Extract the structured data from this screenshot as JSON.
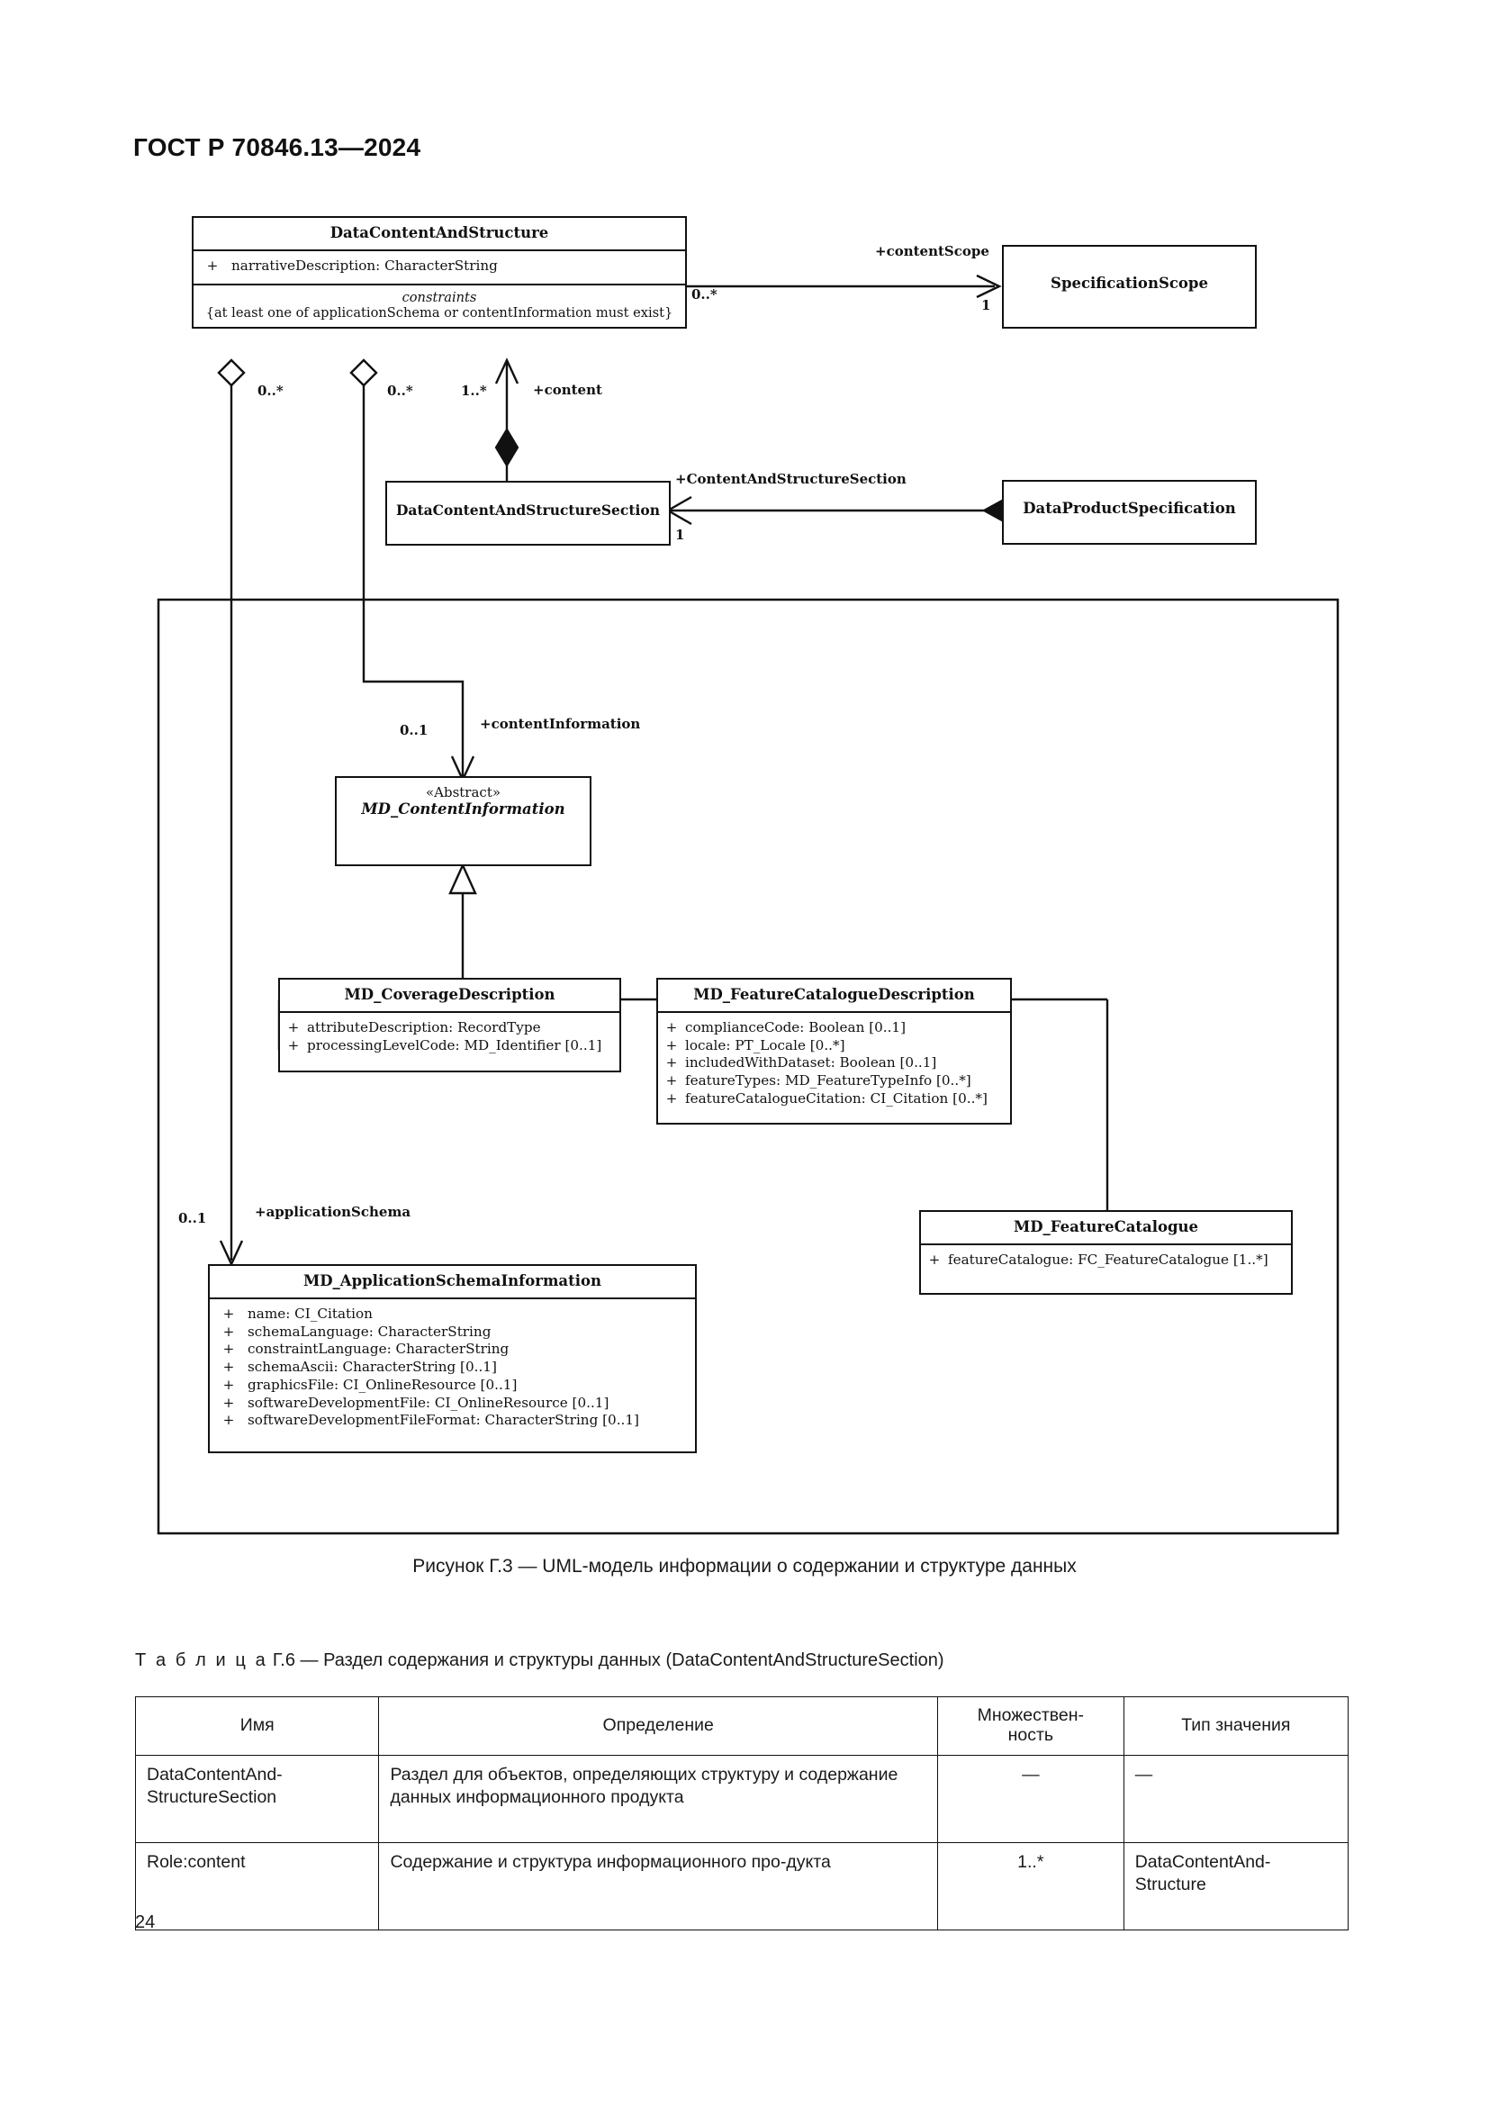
{
  "document": {
    "header": "ГОСТ Р 70846.13—2024",
    "page_number": "24"
  },
  "figure": {
    "caption": "Рисунок Г.3 — UML-модель информации о содержании и структуре данных",
    "classes": {
      "data_content_and_structure": {
        "name": "DataContentAndStructure",
        "attributes": [
          {
            "visibility": "+",
            "text": "narrativeDescription: CharacterString"
          }
        ],
        "constraints_label": "constraints",
        "constraints_text": "{at least one of applicationSchema or contentInformation must exist}"
      },
      "specification_scope": {
        "name": "SpecificationScope"
      },
      "data_content_and_structure_section": {
        "name": "DataContentAndStructureSection"
      },
      "data_product_specification": {
        "name": "DataProductSpecification"
      },
      "md_content_information": {
        "stereotype": "«Abstract»",
        "name": "MD_ContentInformation"
      },
      "md_coverage_description": {
        "name": "MD_CoverageDescription",
        "attributes": [
          {
            "visibility": "+",
            "text": "attributeDescription: RecordType"
          },
          {
            "visibility": "+",
            "text": "processingLevelCode: MD_Identifier [0..1]"
          }
        ]
      },
      "md_feature_catalogue_description": {
        "name": "MD_FeatureCatalogueDescription",
        "attributes": [
          {
            "visibility": "+",
            "text": "complianceCode: Boolean [0..1]"
          },
          {
            "visibility": "+",
            "text": "locale: PT_Locale [0..*]"
          },
          {
            "visibility": "+",
            "text": "includedWithDataset: Boolean [0..1]"
          },
          {
            "visibility": "+",
            "text": "featureTypes: MD_FeatureTypeInfo [0..*]"
          },
          {
            "visibility": "+",
            "text": "featureCatalogueCitation: CI_Citation [0..*]"
          }
        ]
      },
      "md_feature_catalogue": {
        "name": "MD_FeatureCatalogue",
        "attributes": [
          {
            "visibility": "+",
            "text": "featureCatalogue: FC_FeatureCatalogue [1..*]"
          }
        ]
      },
      "md_application_schema_information": {
        "name": "MD_ApplicationSchemaInformation",
        "attributes": [
          {
            "visibility": "+",
            "text": "name: CI_Citation"
          },
          {
            "visibility": "+",
            "text": "schemaLanguage: CharacterString"
          },
          {
            "visibility": "+",
            "text": "constraintLanguage: CharacterString"
          },
          {
            "visibility": "+",
            "text": "schemaAscii: CharacterString [0..1]"
          },
          {
            "visibility": "+",
            "text": "graphicsFile: CI_OnlineResource [0..1]"
          },
          {
            "visibility": "+",
            "text": "softwareDevelopmentFile: CI_OnlineResource [0..1]"
          },
          {
            "visibility": "+",
            "text": "softwareDevelopmentFileFormat: CharacterString [0..1]"
          }
        ]
      }
    },
    "edges": {
      "content_scope_role": "+contentScope",
      "content_scope_source_mult": "0..*",
      "content_scope_target_mult": "1",
      "agg_left_mult": "0..*",
      "agg_mid_mult": "0..*",
      "content_mult": "1..*",
      "content_role": "+content",
      "section_role": "+ContentAndStructureSection",
      "section_mult": "1",
      "content_information_mult": "0..1",
      "content_information_role": "+contentInformation",
      "application_schema_mult": "0..1",
      "application_schema_role": "+applicationSchema"
    }
  },
  "table": {
    "caption_prefix": "Т а б л и ц а",
    "caption_text": "Г.6 — Раздел содержания и структуры данных (DataContentAndStructureSection)",
    "headers": [
      "Имя",
      "Определение",
      "Множествен-\nность",
      "Тип значения"
    ],
    "header_mult_line1": "Множествен-",
    "header_mult_line2": "ность",
    "rows": [
      {
        "name": "DataContentAnd-StructureSection",
        "definition": "Раздел для объектов, определяющих структуру и содержание данных информационного продукта",
        "multiplicity": "—",
        "value_type": "—"
      },
      {
        "name": "Role:content",
        "definition": "Содержание и структура информационного про-дукта",
        "multiplicity": "1..*",
        "value_type": "DataContentAnd-Structure"
      }
    ]
  }
}
